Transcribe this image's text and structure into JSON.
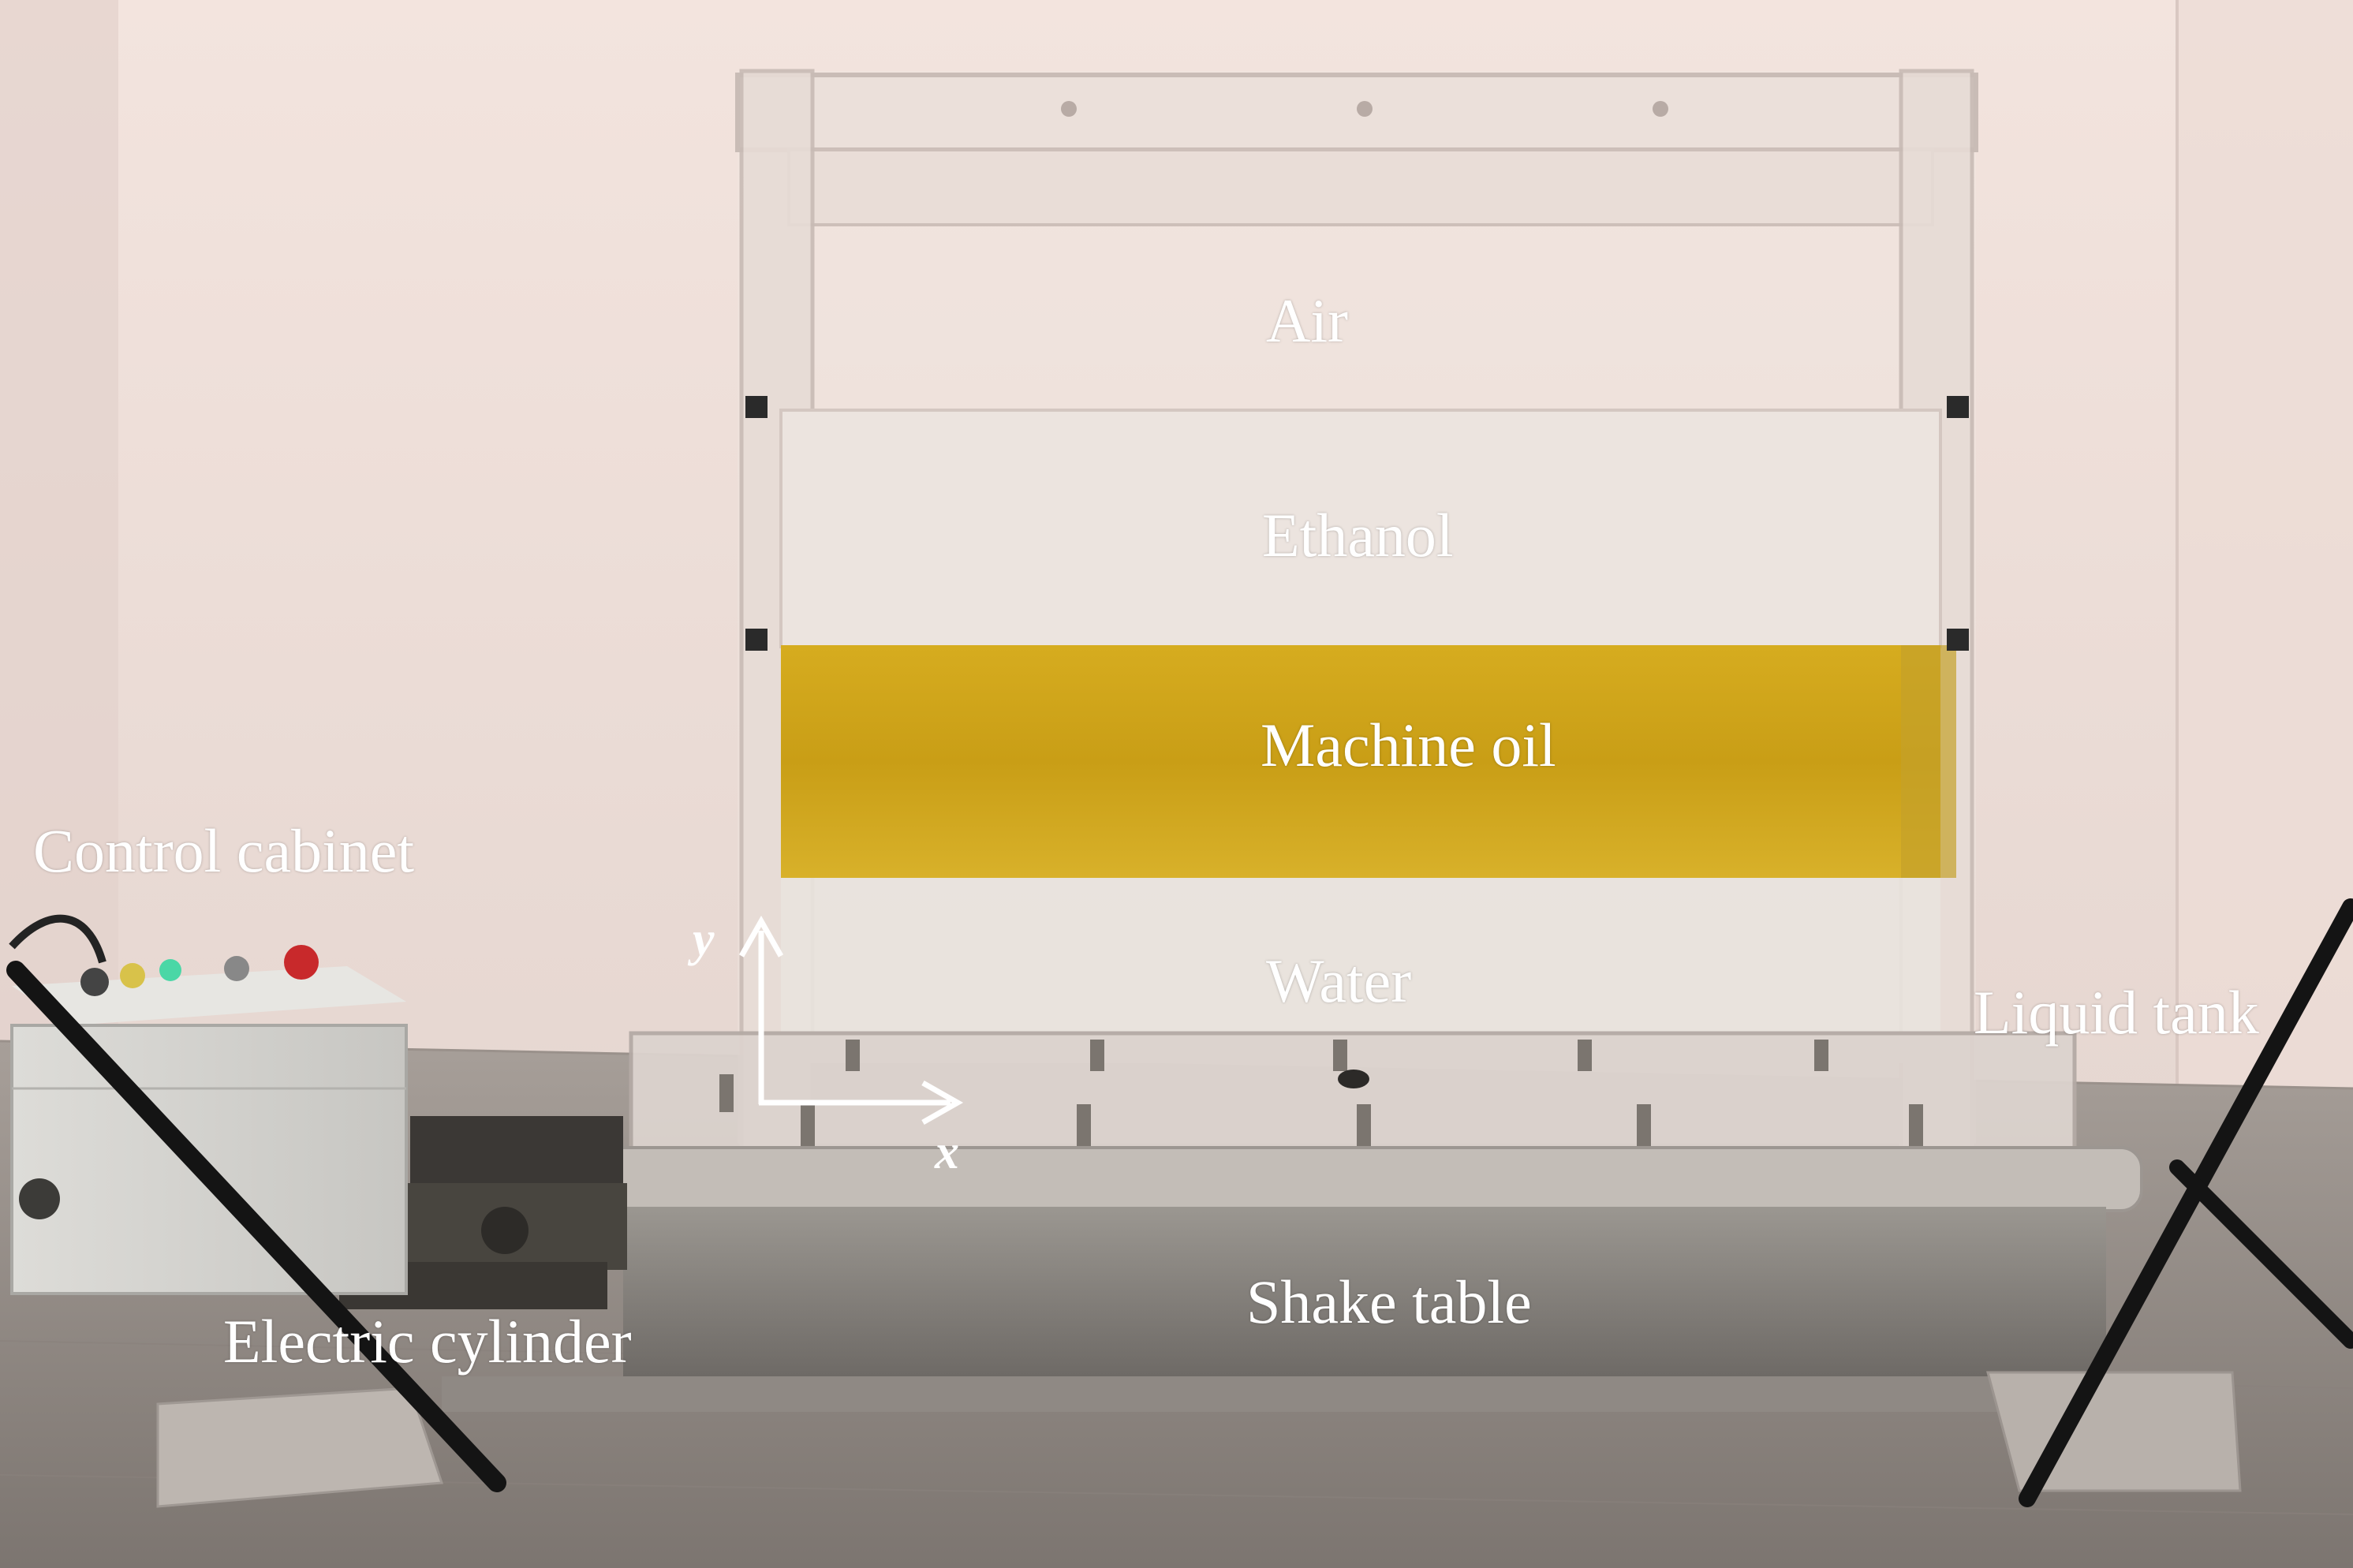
{
  "labels": {
    "air": "Air",
    "ethanol": "Ethanol",
    "machine_oil": "Machine oil",
    "water": "Water",
    "control_cabinet": "Control cabinet",
    "liquid_tank": "Liquid tank",
    "shake_table": "Shake table",
    "electric_cylinder": "Electric cylinder"
  },
  "axes": {
    "x": "x",
    "y": "y"
  },
  "colors": {
    "wall": "#efe0da",
    "floor": "#8c8580",
    "oil": "#cfa51b",
    "water": "#ece7e2",
    "ethanol": "#eee6e0",
    "label": "#ffffff"
  }
}
